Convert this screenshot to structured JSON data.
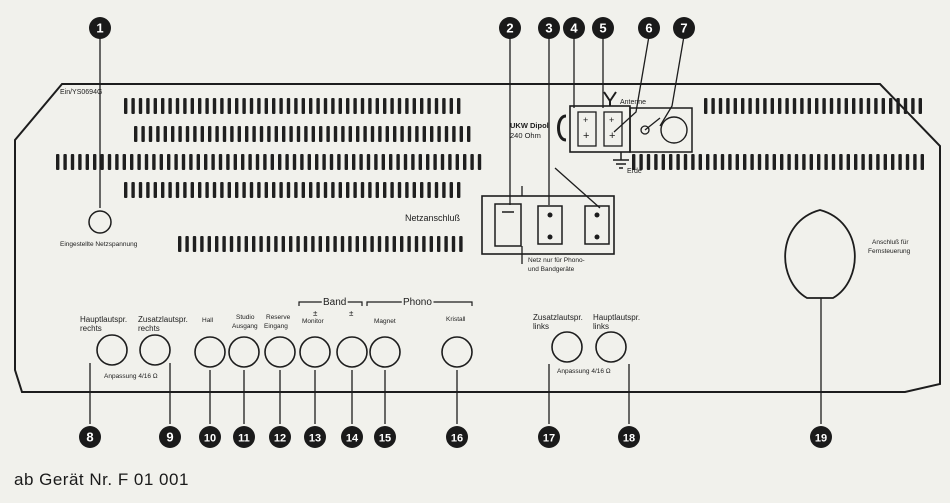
{
  "callouts": [
    "1",
    "2",
    "3",
    "4",
    "5",
    "6",
    "7",
    "8",
    "9",
    "10",
    "11",
    "12",
    "13",
    "14",
    "15",
    "16",
    "17",
    "18",
    "19"
  ],
  "panel": {
    "model_label": "Ein/YS0694G",
    "voltage_label": "Eingestellte Netzspannung",
    "mains_label": "Netzanschluß",
    "ukw_line1": "UKW Dipol",
    "ukw_line2": "240 Ohm",
    "antenna_label": "Antenne",
    "earth_label": "Erde",
    "switch_note_line1": "Netz nur für Phono-",
    "switch_note_line2": "und Bandgeräte",
    "remote_line1": "Anschluß für",
    "remote_line2": "Fernsteuerung",
    "band_group": "Band",
    "phono_group": "Phono"
  },
  "jacks": {
    "main_right_1": "Hauptlautspr.",
    "main_right_2": "rechts",
    "extra_right_1": "Zusatzlautspr.",
    "extra_right_2": "rechts",
    "hall": "Hall",
    "studio_1": "Studio",
    "studio_2": "Ausgang",
    "reserve_1": "Reserve",
    "reserve_2": "Eingang",
    "monitor": "Monitor",
    "magnet": "Magnet",
    "kristall": "Kristall",
    "extra_left_1": "Zusatzlautspr.",
    "extra_left_2": "links",
    "main_left_1": "Hauptlautspr.",
    "main_left_2": "links",
    "impedance_right": "Anpassung 4/16 Ω",
    "impedance_left": "Anpassung 4/16 Ω"
  },
  "caption": "ab Gerät Nr. F 01 001"
}
